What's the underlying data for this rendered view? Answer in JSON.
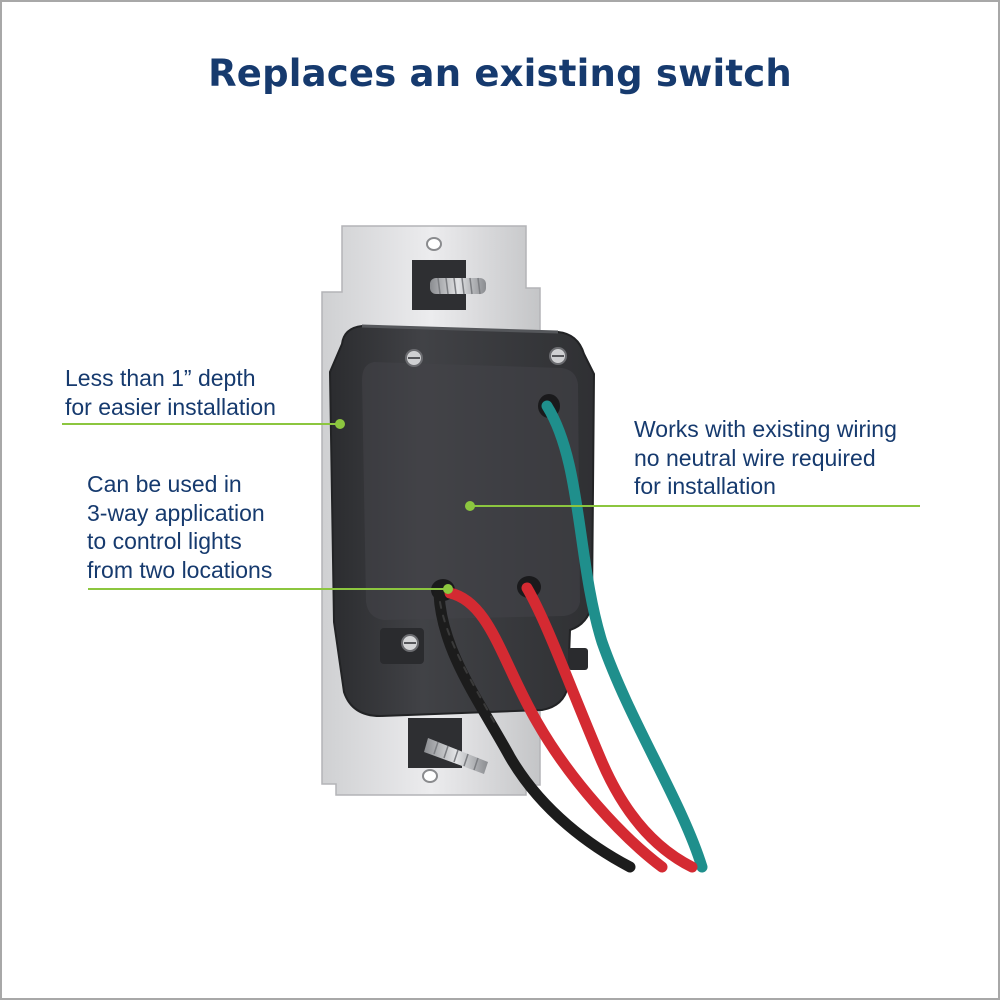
{
  "title": "Replaces an existing switch",
  "callouts": {
    "depth": [
      "Less than 1” depth",
      "for easier installation"
    ],
    "three_way": [
      "Can be used in",
      "3-way application",
      "to control lights",
      "from two locations"
    ],
    "wiring": [
      "Works with existing wiring",
      "no neutral wire required",
      "for installation"
    ]
  },
  "colors": {
    "title_text": "#163a6e",
    "leader_line": "#8cc63f",
    "wire_teal": "#1f8f8c",
    "wire_red": "#d42a32",
    "wire_black": "#1c1c1c",
    "switch_body": "#3a3b3e"
  }
}
